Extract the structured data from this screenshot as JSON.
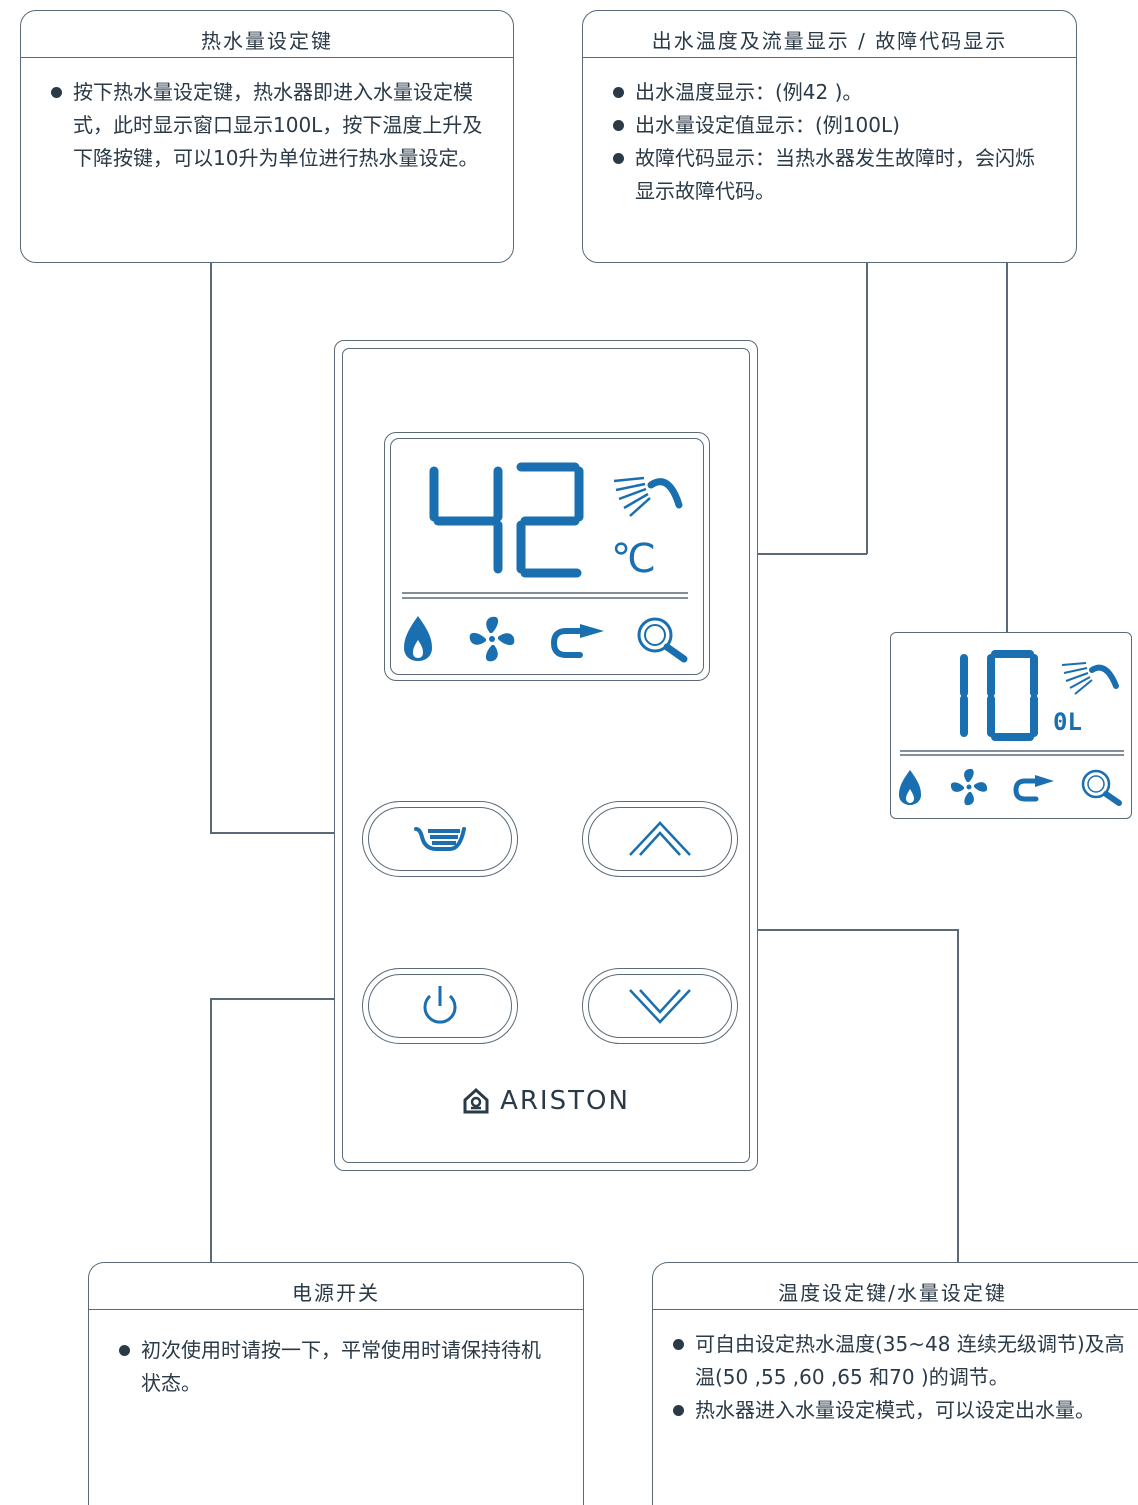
{
  "callouts": {
    "hotwater": {
      "title": "热水量设定键",
      "items": [
        "按下热水量设定键，热水器即进入水量设定模式，此时显示窗口显示100L，按下温度上升及下降按键，可以10升为单位进行热水量设定。"
      ]
    },
    "display": {
      "title": "出水温度及流量显示 / 故障代码显示",
      "items": [
        "出水温度显示：(例42  )。",
        "出水量设定值显示：(例100L)",
        "故障代码显示：当热水器发生故障时，会闪烁显示故障代码。"
      ]
    },
    "power": {
      "title": "电源开关",
      "items": [
        "初次使用时请按一下，平常使用时请保持待机状态。"
      ]
    },
    "tempset": {
      "title": "温度设定键/水量设定键",
      "items": [
        "可自由设定热水温度(35~48   连续无级调节)及高温(50   ,55   ,60   ,65   和70   )的调节。",
        "热水器进入水量设定模式，可以设定出水量。"
      ]
    }
  },
  "display_main": {
    "digits": "42",
    "unit": "℃"
  },
  "display_small": {
    "digits": "10",
    "unit": "0L"
  },
  "brand": "ARISTON",
  "colors": {
    "lcd_blue": "#1a6fb0",
    "line": "#5a6a78",
    "text": "#2b3a47"
  },
  "icons": [
    "shower-icon",
    "flame-icon",
    "fan-icon",
    "tap-icon",
    "search-icon",
    "hot-water-icon",
    "arrow-up-icon",
    "arrow-down-icon",
    "power-icon",
    "house-logo-icon"
  ]
}
